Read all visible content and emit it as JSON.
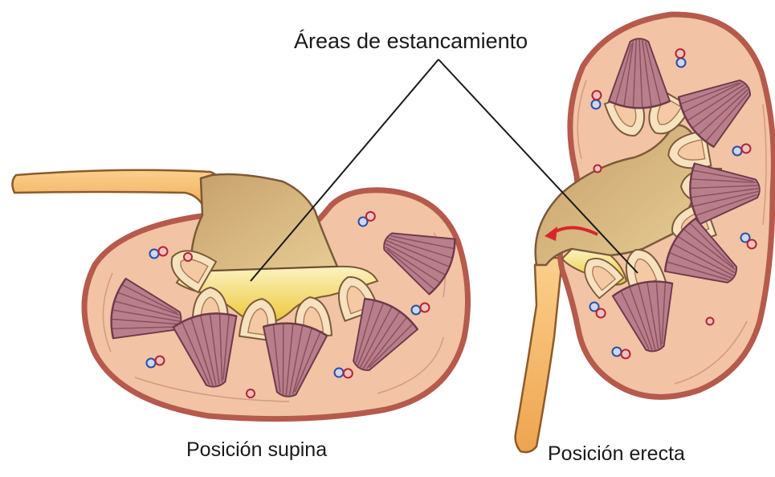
{
  "labels": {
    "callout": "Áreas de estancamiento",
    "left_caption": "Posición supina",
    "right_caption": "Posición erecta"
  },
  "colors": {
    "capsule": "#b55a4d",
    "cortex": "#f2c3a5",
    "ureter": "#f4b664",
    "calyx_wall": "#f7e2bf",
    "stagnation_fill": "#f2d64a",
    "pyramid": "#b97e8c",
    "arrow": "#d7262b",
    "leader_line": "#1a1a1a"
  },
  "icons": [
    "renal-pyramid",
    "blood-vessel-pair",
    "flow-arrow"
  ]
}
